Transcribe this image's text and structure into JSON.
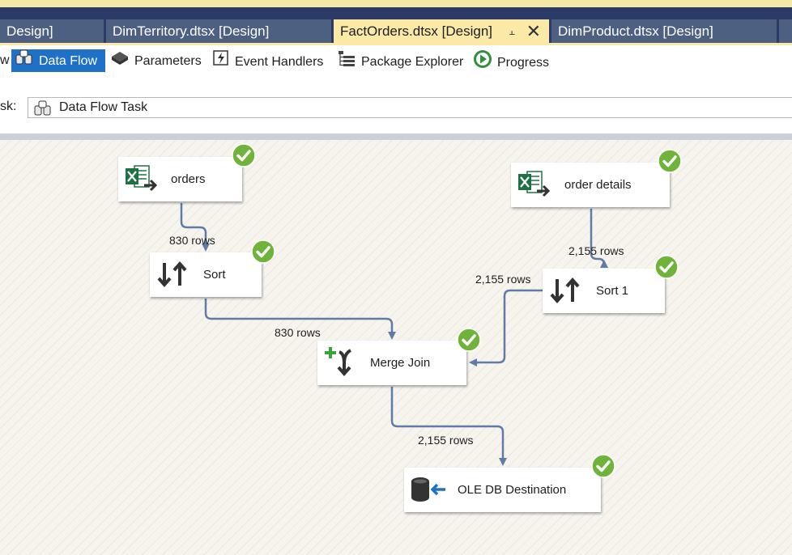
{
  "tabs": [
    {
      "label": "Design]",
      "active": false
    },
    {
      "label": "DimTerritory.dtsx [Design]",
      "active": false
    },
    {
      "label": "FactOrders.dtsx [Design]",
      "active": true
    },
    {
      "label": "DimProduct.dtsx [Design]",
      "active": false
    }
  ],
  "toolbar": {
    "partial": "w",
    "data_flow": "Data Flow",
    "parameters": "Parameters",
    "event_handlers": "Event Handlers",
    "package_explorer": "Package Explorer",
    "progress": "Progress"
  },
  "task": {
    "label": "sk:",
    "value": "Data Flow Task"
  },
  "components": {
    "orders": "orders",
    "order_details": "order details",
    "sort": "Sort",
    "sort1": "Sort 1",
    "merge_join": "Merge Join",
    "ole_db": "OLE DB Destination"
  },
  "paths": {
    "orders_sort": "830 rows",
    "details_sort1": "2,155 rows",
    "sort_merge": "830 rows",
    "sort1_merge": "2,155 rows",
    "merge_dest": "2,155 rows"
  },
  "colors": {
    "tab_active": "#fbe9a8",
    "tab_inactive": "#4d6082",
    "selected": "#1e71c7",
    "connector": "#5f7ca8",
    "success": "#6fb33a"
  }
}
